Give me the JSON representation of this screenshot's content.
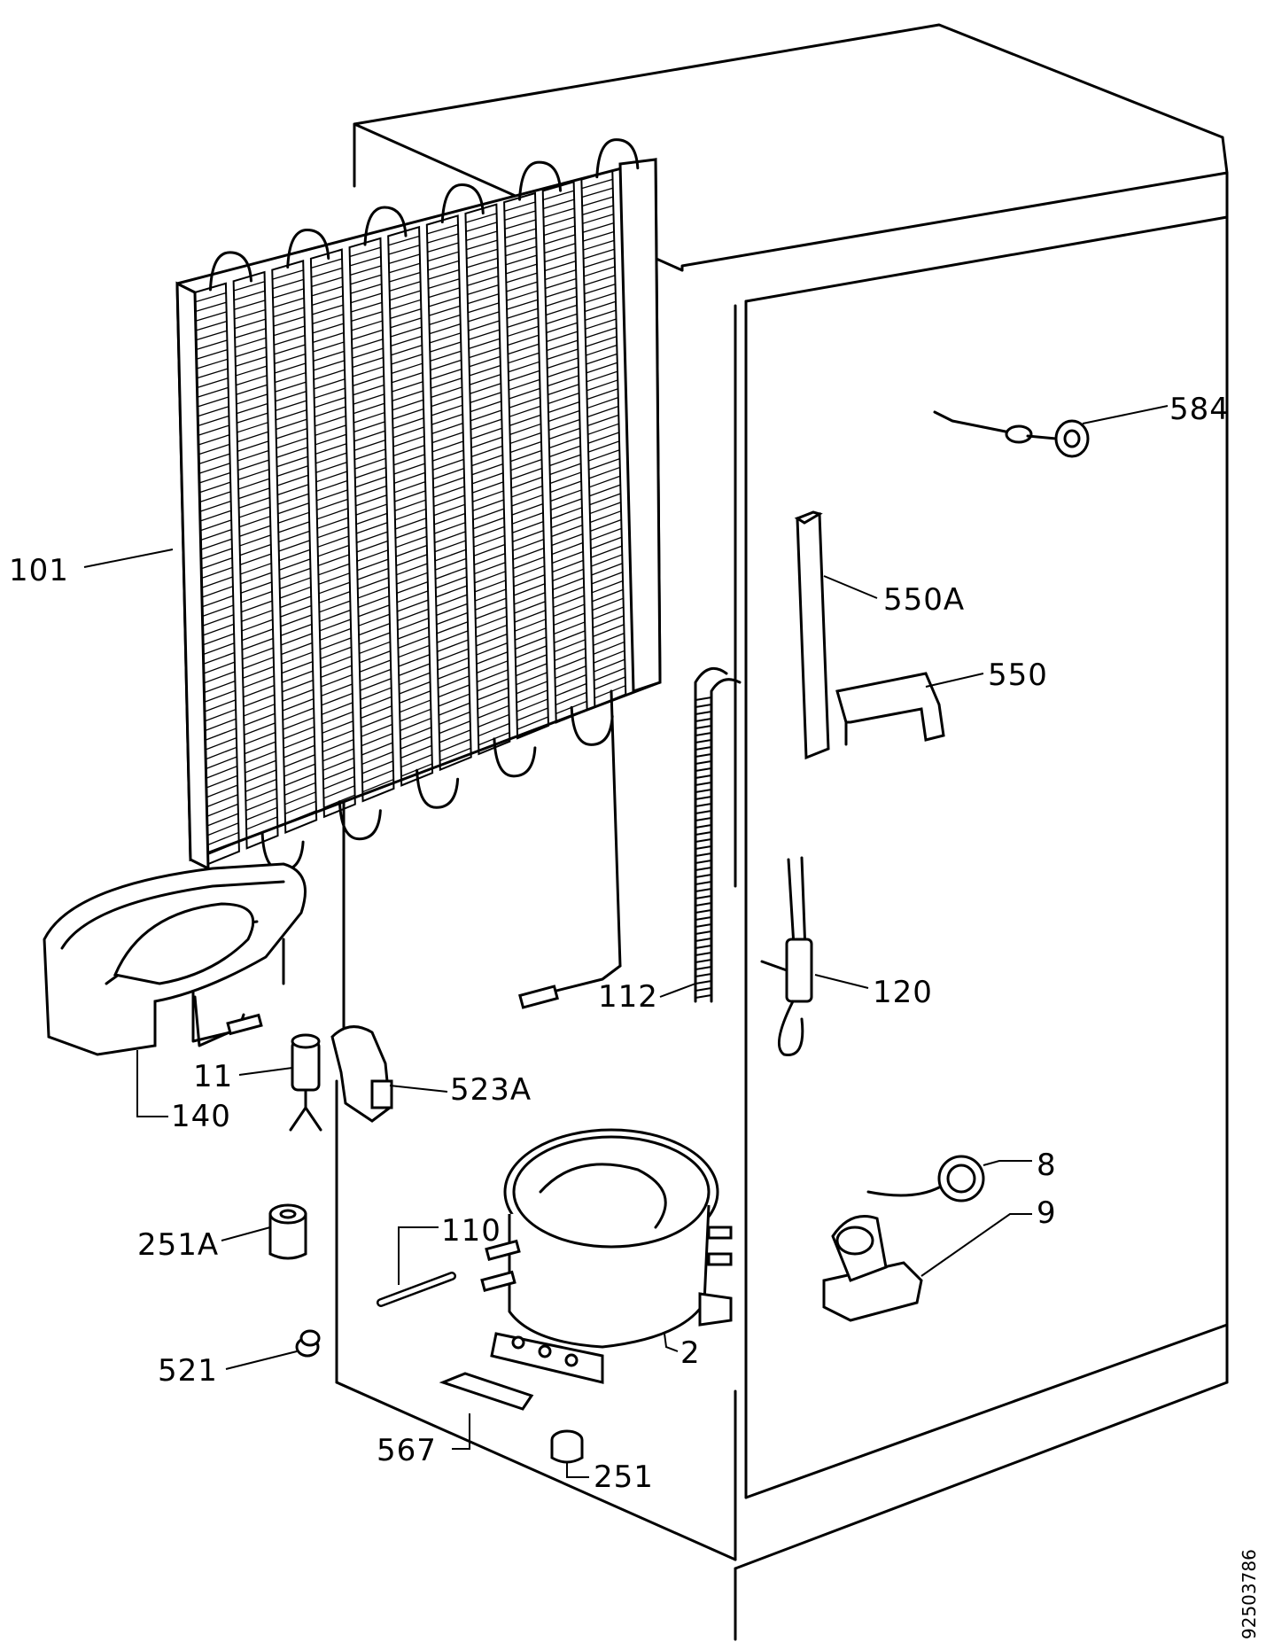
{
  "labels": {
    "l584": "584",
    "l101": "101",
    "l550A": "550A",
    "l550": "550",
    "l112": "112",
    "l120": "120",
    "l11": "11",
    "l523A": "523A",
    "l140": "140",
    "l8": "8",
    "l9": "9",
    "l251A": "251A",
    "l110": "110",
    "l2": "2",
    "l521": "521",
    "l567": "567",
    "l251": "251"
  },
  "doc_number": "92503786"
}
